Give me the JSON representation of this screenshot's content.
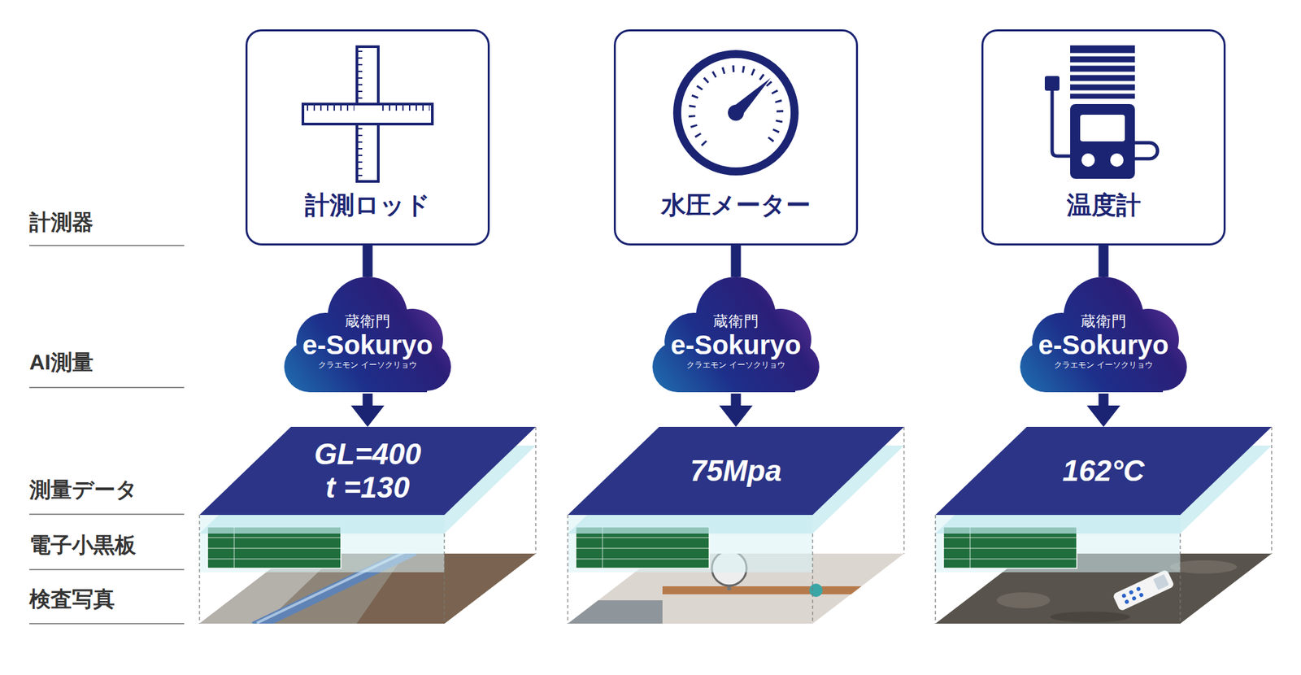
{
  "diagram": {
    "nodes": [
      {
        "text": [
          "計測ロッド"
        ]
      },
      {
        "text": [
          "水圧メーター"
        ]
      },
      {
        "text": [
          "温度計"
        ]
      },
      {
        "text": [
          "蔵衛門",
          "e-Sokuryo",
          "クラエモン イーソクリョウ"
        ]
      },
      {
        "text": [
          "蔵衛門",
          "e-Sokuryo",
          "クラエモン イーソクリョウ"
        ]
      },
      {
        "text": [
          "蔵衛門",
          "e-Sokuryo",
          "クラエモン イーソクリョウ"
        ]
      },
      {
        "text": [
          "GL=400 t =130"
        ]
      },
      {
        "text": [
          "75Mpa"
        ]
      },
      {
        "text": [
          "162°C"
        ]
      }
    ],
    "edges": [
      {
        "from": 0,
        "to": 3,
        "arrow": "none"
      },
      {
        "from": 1,
        "to": 4,
        "arrow": "none"
      },
      {
        "from": 2,
        "to": 5,
        "arrow": "none"
      },
      {
        "from": 3,
        "to": 6,
        "arrow": "to"
      },
      {
        "from": 4,
        "to": 7,
        "arrow": "to"
      },
      {
        "from": 5,
        "to": 8,
        "arrow": "to"
      }
    ],
    "labels": [
      "計測器",
      "AI測量",
      "測量データ",
      "電子小黒板",
      "検査写真"
    ]
  }
}
